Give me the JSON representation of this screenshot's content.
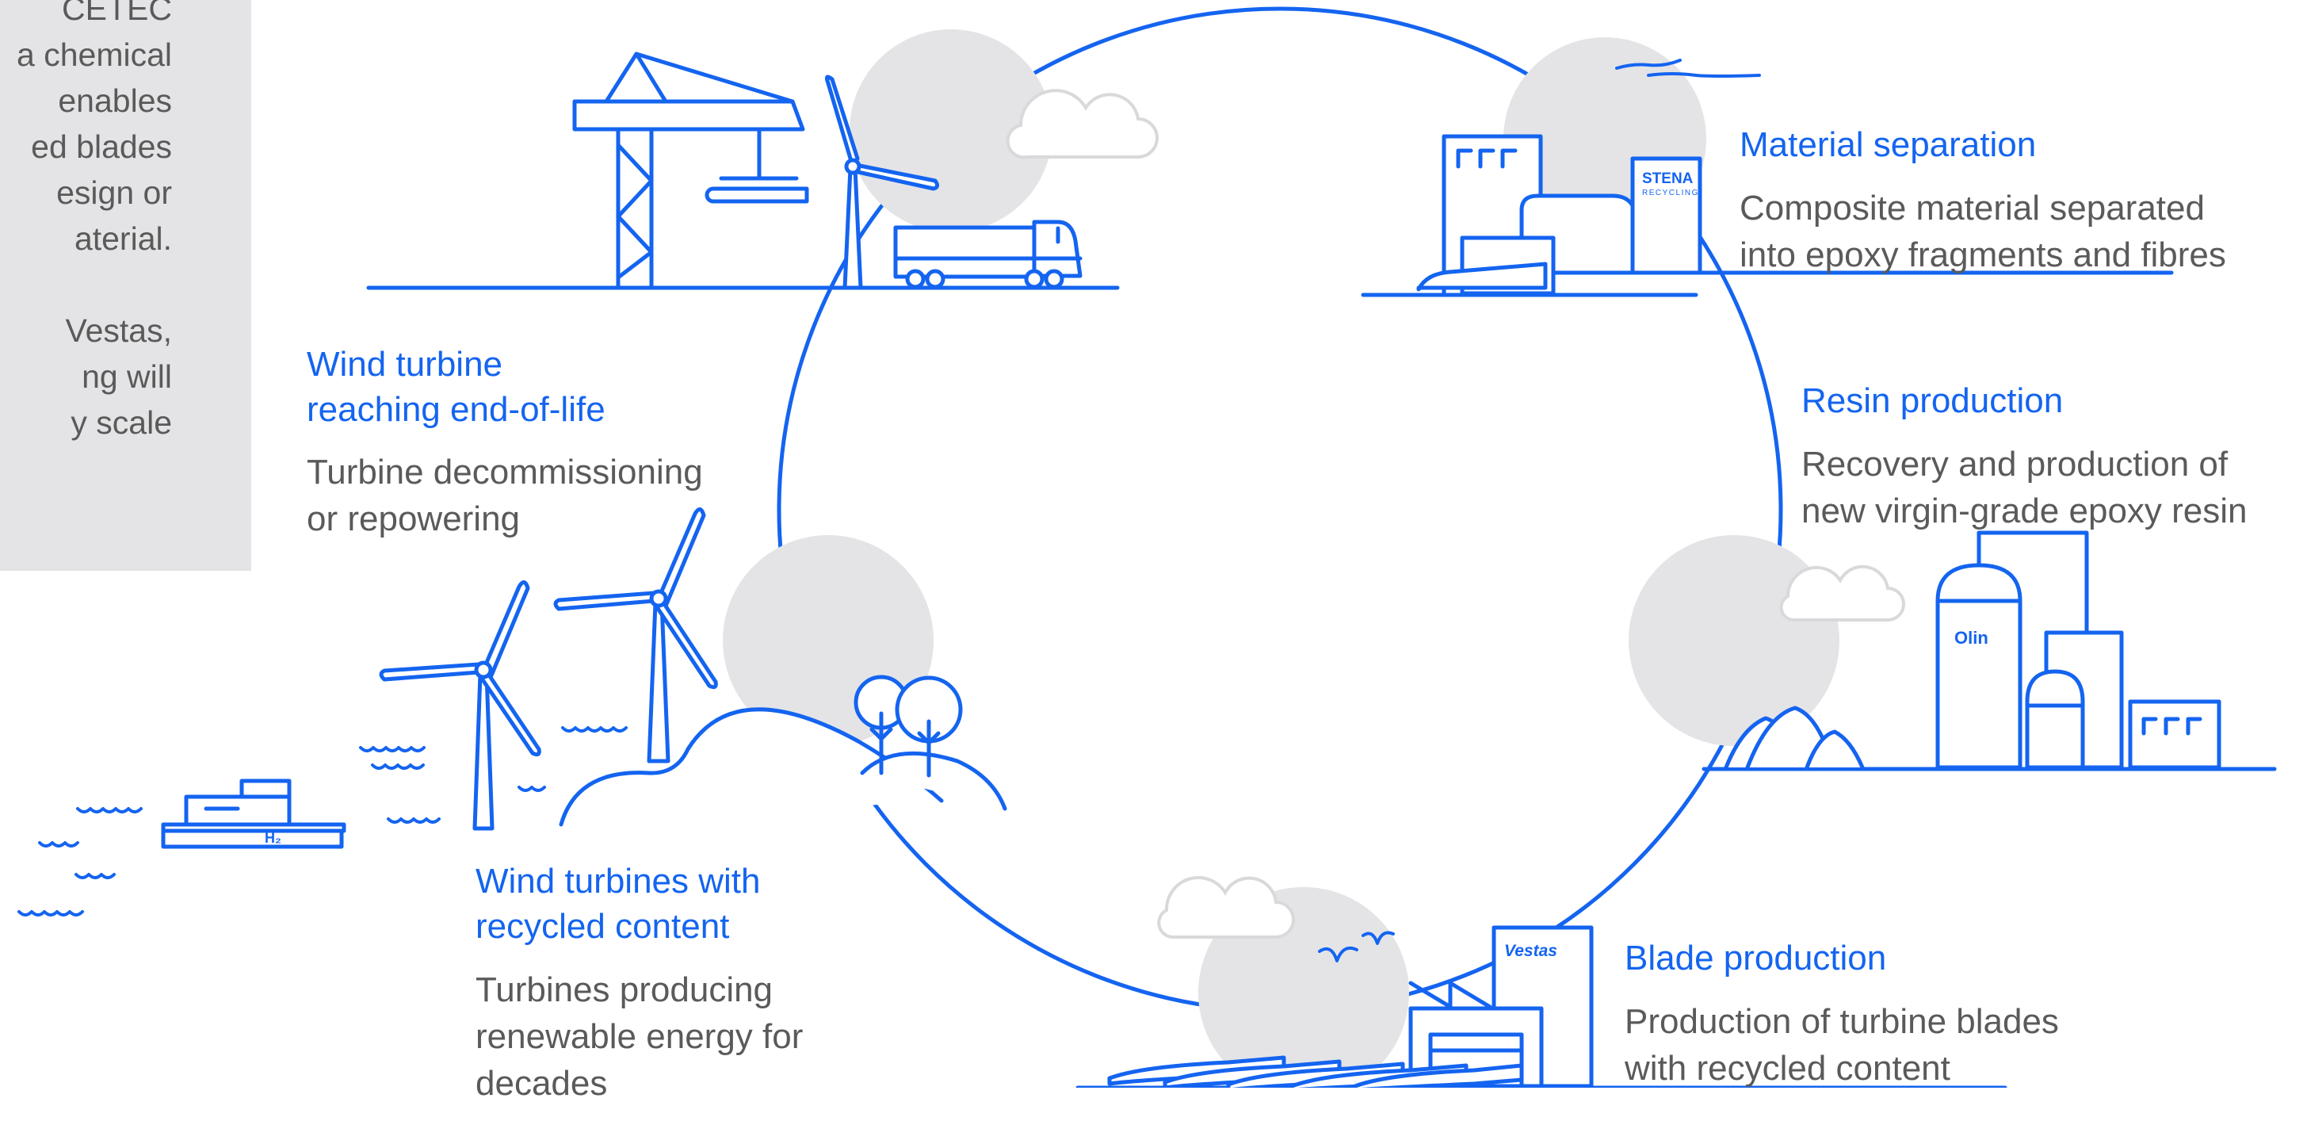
{
  "info_box": {
    "lines": "CETEC\na chemical\nenables\ned blades\nesign or\naterial.\n\nVestas,\nng will\ny scale"
  },
  "stages": {
    "end_of_life": {
      "title": "Wind turbine\nreaching end-of-life",
      "desc": "Turbine decommissioning\n or repowering"
    },
    "separation": {
      "title": "Material separation",
      "desc": "Composite material separated\ninto epoxy fragments and fibres"
    },
    "resin": {
      "title": "Resin production",
      "desc": "Recovery and production of\nnew virgin-grade epoxy resin"
    },
    "blade": {
      "title": "Blade production",
      "desc": "Production of turbine blades\nwith recycled content"
    },
    "recycled": {
      "title": "Wind turbines with\nrecycled content",
      "desc": "Turbines producing\nrenewable energy for\ndecades"
    }
  },
  "logos": {
    "stena_main": "STENA",
    "stena_sub": "RECYCLING",
    "olin": "Olin",
    "vestas": "Vestas",
    "h2": "H₂"
  },
  "colors": {
    "accent": "#1464f0",
    "text": "#5a5a5a",
    "sun": "#e4e4e6",
    "panel": "#e4e4e6"
  }
}
